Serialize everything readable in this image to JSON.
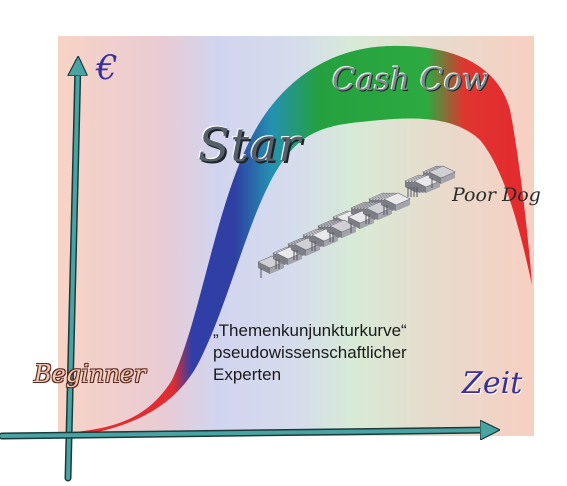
{
  "labels": {
    "y_axis": "€",
    "x_axis": "Zeit",
    "beginner": "Beginner",
    "star": "Star",
    "cash_cow": "Cash Cow",
    "poor_dog": "Poor Dog"
  },
  "caption": {
    "line1": "„Themenkunjunkturkurve“",
    "line2": "pseudowissenschaftlicher",
    "line3": "Experten"
  },
  "colors": {
    "background_left": "#f6cfc1",
    "background_mid": "#d3d4ee",
    "background_green": "#d7ead6",
    "background_right": "#f6cfc1",
    "axis": "#4aa3a3",
    "curve_red": "#e0242a",
    "curve_blue": "#2a3aa0",
    "curve_green": "#1e9a3a"
  }
}
